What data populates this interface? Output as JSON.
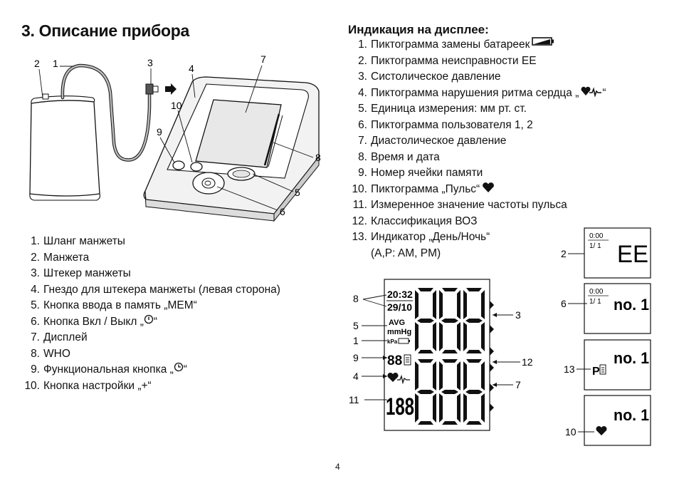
{
  "section": {
    "title": "3. Описание прибора"
  },
  "display_section": {
    "heading": "Индикация на дисплее:",
    "items": [
      {
        "num": "1.",
        "text": "Пиктограмма замены батареек",
        "icon": "battery-icon"
      },
      {
        "num": "2.",
        "text": "Пиктограмма неисправности EE"
      },
      {
        "num": "3.",
        "text": "Систолическое давление"
      },
      {
        "num": "4.",
        "text": "Пиктограмма нарушения ритма сердца „",
        "icon": "arrhythmia-icon",
        "tail": "“"
      },
      {
        "num": "5.",
        "text": "Единица измерения: мм рт. ст."
      },
      {
        "num": "6.",
        "text": "Пиктограмма пользователя 1, 2"
      },
      {
        "num": "7.",
        "text": "Диастолическое давление"
      },
      {
        "num": "8.",
        "text": "Время и дата"
      },
      {
        "num": "9.",
        "text": "Номер ячейки памяти"
      },
      {
        "num": "10.",
        "text": "Пиктограмма „Пульс“",
        "icon": "heart-icon"
      },
      {
        "num": "11.",
        "text": "Измеренное значение частоты пульса"
      },
      {
        "num": "12.",
        "text": "Классификация ВОЗ"
      },
      {
        "num": "13.",
        "text": "Индикатор „День/Ночь“"
      }
    ],
    "item13_extra": "(A,P: AM, PM)"
  },
  "parts_list": [
    {
      "num": "1.",
      "text": "Шланг манжеты"
    },
    {
      "num": "2.",
      "text": "Манжета"
    },
    {
      "num": "3.",
      "text": "Штекер манжеты"
    },
    {
      "num": "4.",
      "text": "Гнездо для штекера манжеты (левая сторона)"
    },
    {
      "num": "5.",
      "text": "Кнопка ввода в память „MEM“"
    },
    {
      "num": "6.",
      "text": "Кнопка Вкл / Выкл „",
      "icon": "power-icon",
      "tail": "“"
    },
    {
      "num": "7.",
      "text": "Дисплей"
    },
    {
      "num": "8.",
      "text": "WHO"
    },
    {
      "num": "9.",
      "text": "Функциональная кнопка „",
      "icon": "clock-icon",
      "tail": "“"
    },
    {
      "num": "10.",
      "text": "Кнопка настройки „+“"
    }
  ],
  "device_callouts": [
    "1",
    "2",
    "3",
    "4",
    "5",
    "6",
    "7",
    "8",
    "9",
    "10"
  ],
  "lcd": {
    "time": "20:32",
    "date": "29/10",
    "avg": "AVG",
    "unit_mmhg": "mmHg",
    "unit_kpa": "kPa",
    "memory": "88",
    "pulse": "188",
    "sys_digits": "888",
    "dia_digits": "888",
    "callouts": {
      "c8": "8",
      "c5": "5",
      "c1": "1",
      "c9": "9",
      "c4": "4",
      "c11": "11",
      "c3": "3",
      "c12": "12",
      "c7": "7"
    }
  },
  "mini_displays": [
    {
      "callout": "2",
      "time": "0:00",
      "user": "1/  1",
      "main": "EE"
    },
    {
      "callout": "6",
      "time": "0:00",
      "user": "1/  1",
      "main": "no. 1"
    },
    {
      "callout": "13",
      "prefix": "P",
      "main": "no. 1"
    },
    {
      "callout": "10",
      "main": "no. 1"
    }
  ],
  "page": {
    "number": "4"
  }
}
